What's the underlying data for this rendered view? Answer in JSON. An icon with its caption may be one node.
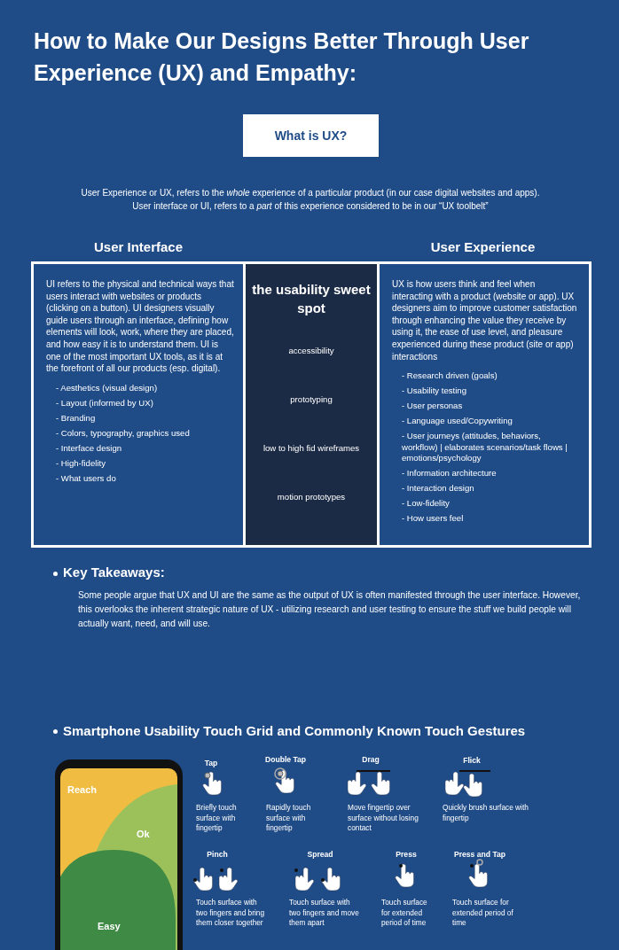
{
  "diagram": {
    "title": "How to Make Our Designs Better Through User Experience (UX) and Empathy:",
    "nodes": [
      {
        "text": [
          "What is UX?"
        ]
      },
      {
        "text": [
          "User Interface",
          "UI refers to the physical and technical ways that users interact with websites or products (clicking on a button). UI designers visually guide users through an interface, defining how elements will look, work, where they are placed, and how easy it is to understand them. UI is one of the most important UX tools, as it is at the forefront of all our products (esp. digital).",
          "- Aesthetics (visual design)",
          "- Layout (informed by UX)",
          "- Branding",
          "- Colors, typography, graphics used",
          "- Interface design",
          "- High-fidelity",
          "- What users do"
        ]
      },
      {
        "text": [
          "the usability sweet spot",
          "accessibility",
          "prototyping",
          "low to high fid wireframes",
          "motion prototypes"
        ]
      },
      {
        "text": [
          "User Experience",
          "UX is how users think and feel when interacting with a product (website or app). UX designers aim to improve customer satisfaction through enhancing the value they receive by using it, the ease of use level, and pleasure experienced during these product (site or app) interactions",
          "- Research driven (goals)",
          "- Usability testing",
          "- User personas",
          "- Language used/Copywriting",
          "- User journeys (attitudes, behaviors, workflow) | elaborates scenarios/task flows | emotions/psychology",
          "- Information architecture",
          "- Interaction design",
          "- Low-fidelity",
          "- How users feel"
        ]
      },
      {
        "text": [
          "Reach"
        ]
      },
      {
        "text": [
          "Ok"
        ]
      },
      {
        "text": [
          "Easy"
        ]
      }
    ],
    "labels": [
      "User Experience or UX, refers to the *whole* experience of a particular product (in our case digital websites and apps).",
      "User interface or UI, refers to a *part* of this experience considered to be in our “UX toolbelt”",
      "Key Takeaways:",
      "Some people argue that UX and UI are the same as the output of UX is often manifested through the user interface. However, this overlooks the inherent strategic nature of UX - utilizing research and user testing to ensure the stuff we build people will actually want, need, and will use.",
      "Smartphone Usability Touch Grid and Commonly Known Touch Gestures",
      "Tap",
      "Briefly touch surface with fingertip",
      "Double Tap",
      "Rapidly touch surface with fingertip",
      "Drag",
      "Move fingertip over surface without losing contact",
      "Flick",
      "Quickly brush surface with fingertip",
      "Pinch",
      "Touch surface with two fingers and bring them closer together",
      "Spread",
      "Touch surface with two fingers and move them apart",
      "Press",
      "Touch surface for extended period of time",
      "Press and Tap",
      "Touch surface for extended period of time"
    ]
  }
}
